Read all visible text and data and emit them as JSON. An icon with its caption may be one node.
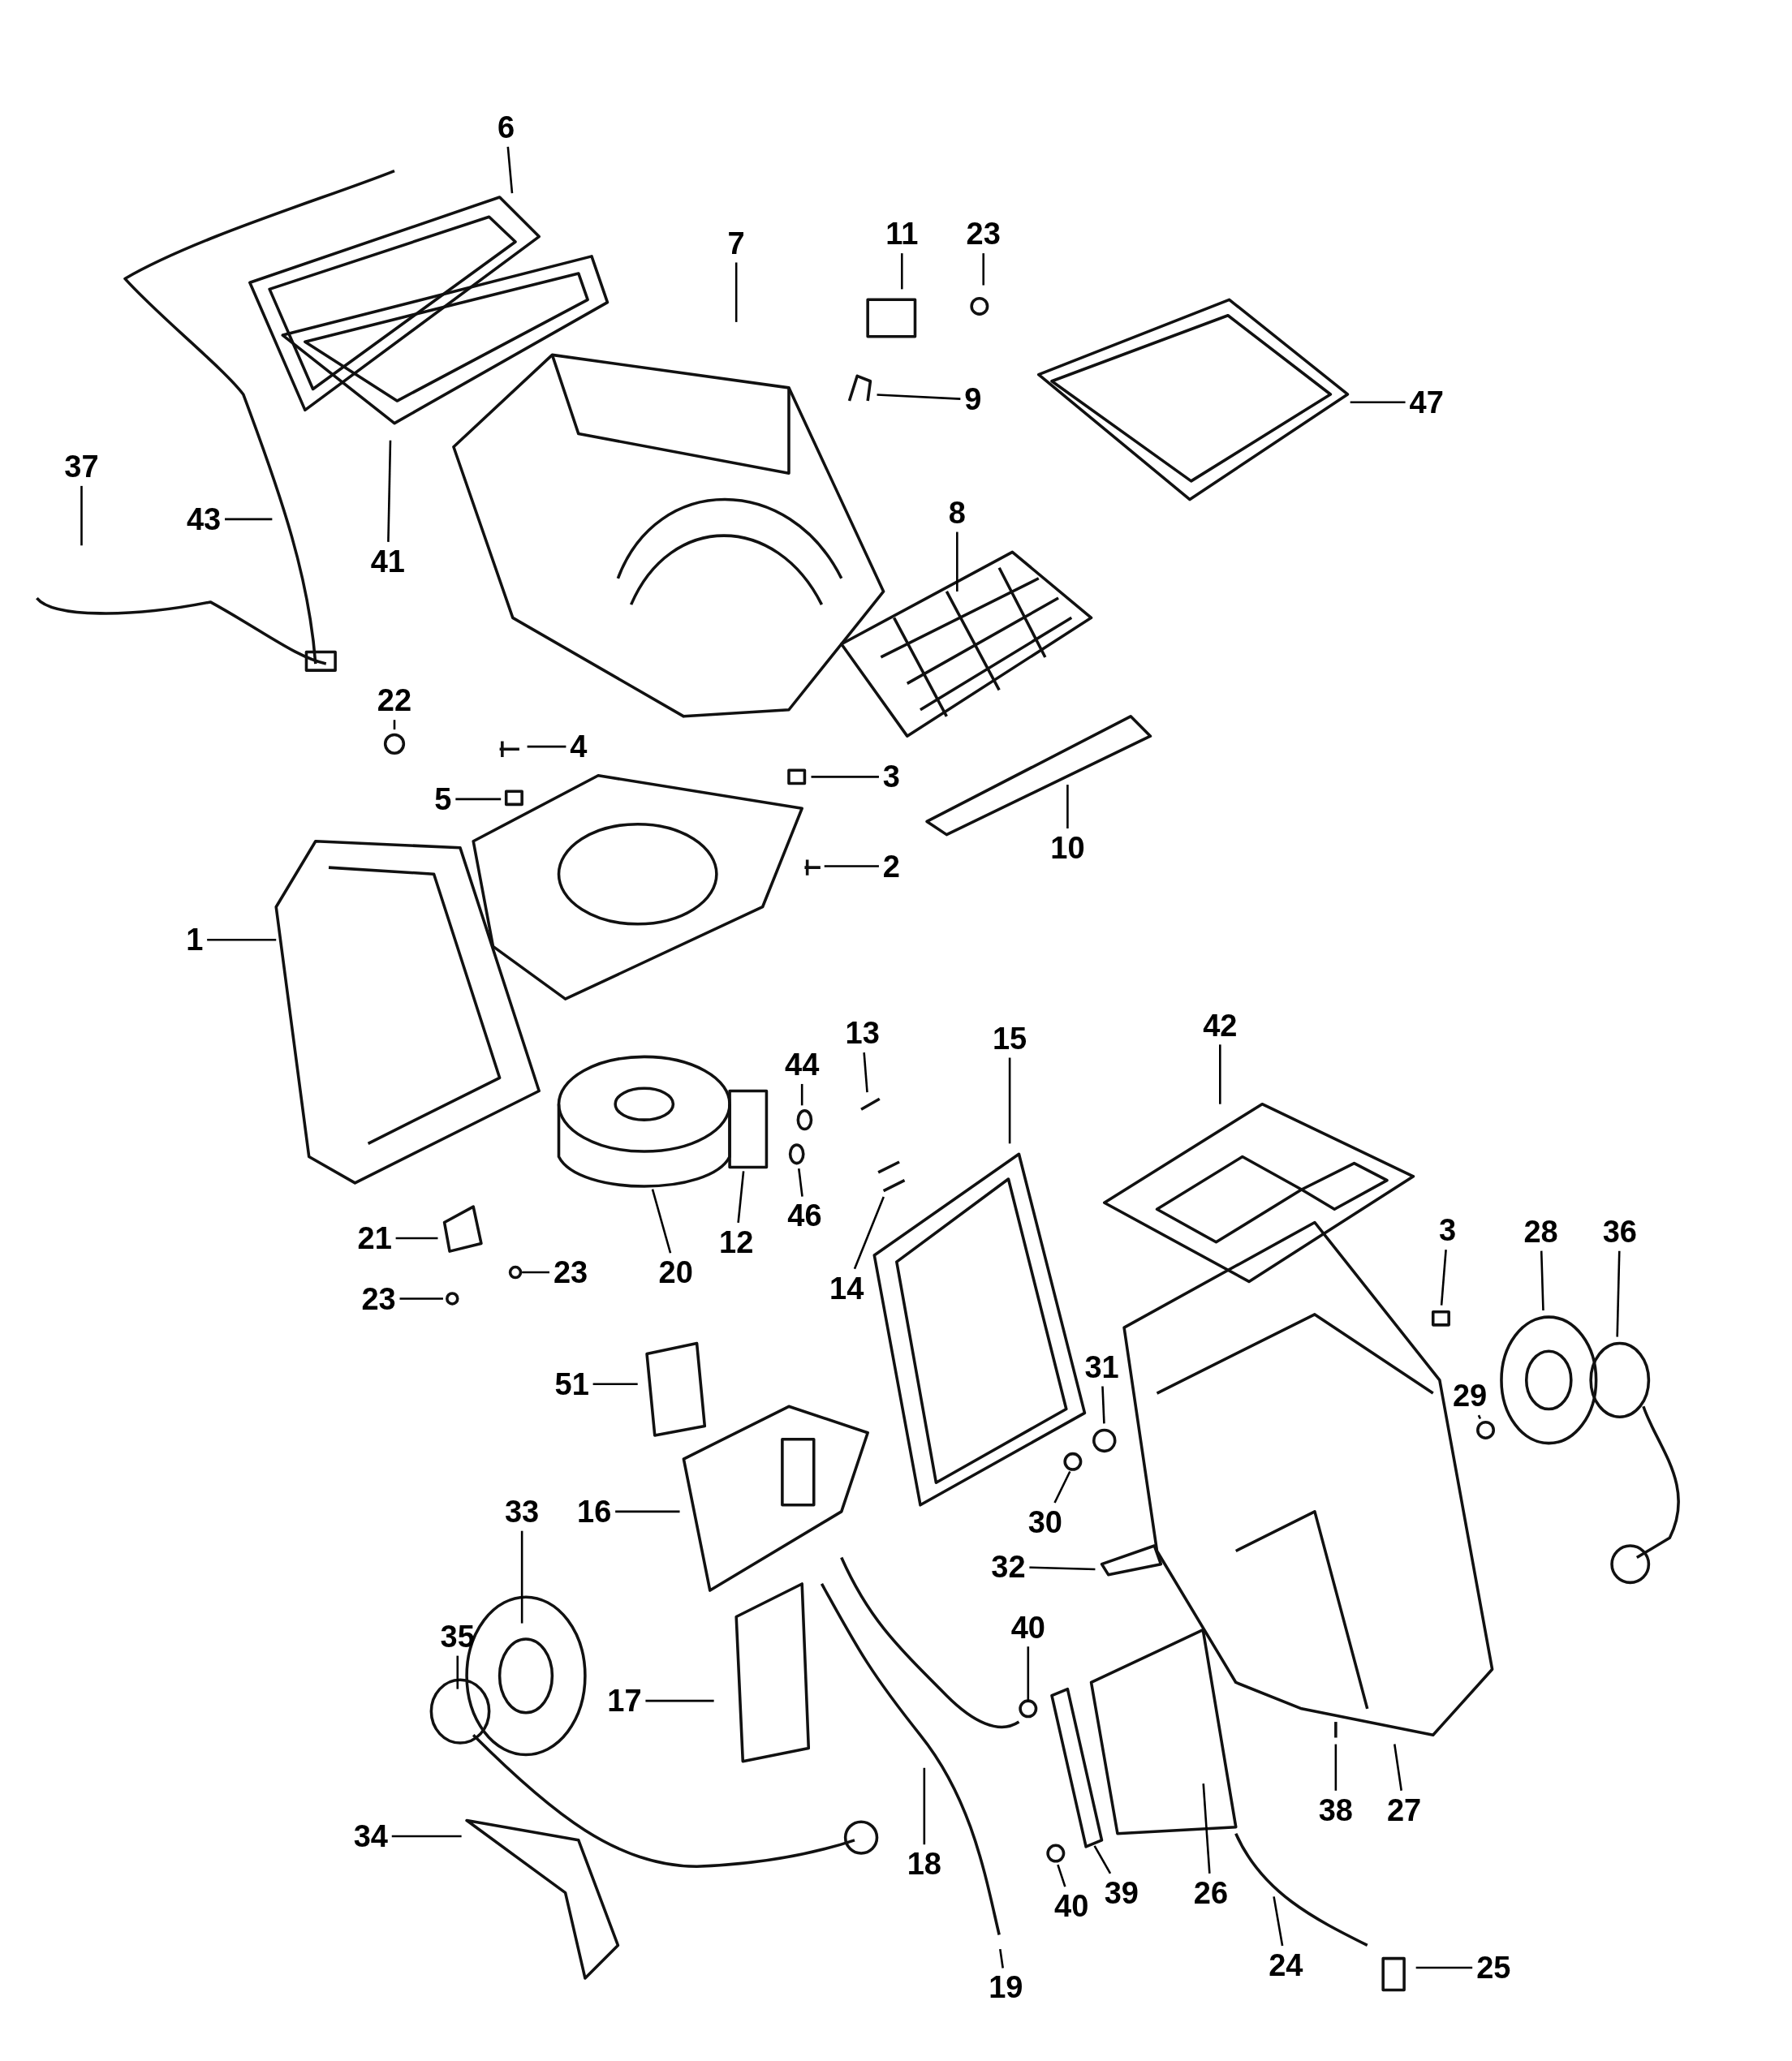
{
  "diagram": {
    "nodes": [
      {
        "text": [
          "6"
        ]
      },
      {
        "text": [
          "7"
        ]
      },
      {
        "text": [
          "11"
        ]
      },
      {
        "text": [
          "23"
        ]
      },
      {
        "text": [
          "9"
        ]
      },
      {
        "text": [
          "47"
        ]
      },
      {
        "text": [
          "37"
        ]
      },
      {
        "text": [
          "43"
        ]
      },
      {
        "text": [
          "41"
        ]
      },
      {
        "text": [
          "8"
        ]
      },
      {
        "text": [
          "22"
        ]
      },
      {
        "text": [
          "4"
        ]
      },
      {
        "text": [
          "5"
        ]
      },
      {
        "text": [
          "3"
        ]
      },
      {
        "text": [
          "10"
        ]
      },
      {
        "text": [
          "2"
        ]
      },
      {
        "text": [
          "1"
        ]
      },
      {
        "text": [
          "42"
        ]
      },
      {
        "text": [
          "13"
        ]
      },
      {
        "text": [
          "15"
        ]
      },
      {
        "text": [
          "44"
        ]
      },
      {
        "text": [
          "12"
        ]
      },
      {
        "text": [
          "46"
        ]
      },
      {
        "text": [
          "14"
        ]
      },
      {
        "text": [
          "21"
        ]
      },
      {
        "text": [
          "20"
        ]
      },
      {
        "text": [
          "23"
        ]
      },
      {
        "text": [
          "23"
        ]
      },
      {
        "text": [
          "3"
        ]
      },
      {
        "text": [
          "28"
        ]
      },
      {
        "text": [
          "36"
        ]
      },
      {
        "text": [
          "51"
        ]
      },
      {
        "text": [
          "31"
        ]
      },
      {
        "text": [
          "29"
        ]
      },
      {
        "text": [
          "16"
        ]
      },
      {
        "text": [
          "33"
        ]
      },
      {
        "text": [
          "30"
        ]
      },
      {
        "text": [
          "32"
        ]
      },
      {
        "text": [
          "35"
        ]
      },
      {
        "text": [
          "40"
        ]
      },
      {
        "text": [
          "17"
        ]
      },
      {
        "text": [
          "38"
        ]
      },
      {
        "text": [
          "27"
        ]
      },
      {
        "text": [
          "34"
        ]
      },
      {
        "text": [
          "18"
        ]
      },
      {
        "text": [
          "26"
        ]
      },
      {
        "text": [
          "39"
        ]
      },
      {
        "text": [
          "40"
        ]
      },
      {
        "text": [
          "19"
        ]
      },
      {
        "text": [
          "24"
        ]
      },
      {
        "text": [
          "25"
        ]
      }
    ],
    "edges": [
      {
        "from": 0,
        "to": null,
        "arrow": "none"
      },
      {
        "from": 1,
        "to": null,
        "arrow": "none"
      },
      {
        "from": 2,
        "to": null,
        "arrow": "none"
      },
      {
        "from": 3,
        "to": null,
        "arrow": "none"
      },
      {
        "from": 4,
        "to": null,
        "arrow": "none"
      },
      {
        "from": 5,
        "to": null,
        "arrow": "none"
      },
      {
        "from": 6,
        "to": null,
        "arrow": "none"
      },
      {
        "from": 7,
        "to": null,
        "arrow": "none"
      },
      {
        "from": 8,
        "to": null,
        "arrow": "none"
      },
      {
        "from": 9,
        "to": null,
        "arrow": "none"
      },
      {
        "from": 10,
        "to": null,
        "arrow": "none"
      },
      {
        "from": 11,
        "to": null,
        "arrow": "none"
      },
      {
        "from": 12,
        "to": null,
        "arrow": "none"
      },
      {
        "from": 13,
        "to": null,
        "arrow": "none"
      },
      {
        "from": 14,
        "to": null,
        "arrow": "none"
      },
      {
        "from": 15,
        "to": null,
        "arrow": "none"
      },
      {
        "from": 16,
        "to": null,
        "arrow": "none"
      },
      {
        "from": 17,
        "to": null,
        "arrow": "none"
      },
      {
        "from": 18,
        "to": null,
        "arrow": "none"
      },
      {
        "from": 19,
        "to": null,
        "arrow": "none"
      },
      {
        "from": 20,
        "to": null,
        "arrow": "none"
      },
      {
        "from": 21,
        "to": null,
        "arrow": "none"
      },
      {
        "from": 22,
        "to": null,
        "arrow": "none"
      },
      {
        "from": 23,
        "to": null,
        "arrow": "none"
      },
      {
        "from": 24,
        "to": null,
        "arrow": "none"
      },
      {
        "from": 25,
        "to": null,
        "arrow": "none"
      },
      {
        "from": 26,
        "to": null,
        "arrow": "none"
      },
      {
        "from": 27,
        "to": null,
        "arrow": "none"
      },
      {
        "from": 28,
        "to": null,
        "arrow": "none"
      },
      {
        "from": 29,
        "to": null,
        "arrow": "none"
      },
      {
        "from": 30,
        "to": null,
        "arrow": "none"
      },
      {
        "from": 31,
        "to": null,
        "arrow": "none"
      },
      {
        "from": 32,
        "to": null,
        "arrow": "none"
      },
      {
        "from": 33,
        "to": null,
        "arrow": "none"
      },
      {
        "from": 34,
        "to": null,
        "arrow": "none"
      },
      {
        "from": 35,
        "to": null,
        "arrow": "none"
      },
      {
        "from": 36,
        "to": null,
        "arrow": "none"
      },
      {
        "from": 37,
        "to": null,
        "arrow": "none"
      },
      {
        "from": 38,
        "to": null,
        "arrow": "none"
      },
      {
        "from": 39,
        "to": null,
        "arrow": "none"
      },
      {
        "from": 40,
        "to": null,
        "arrow": "none"
      },
      {
        "from": 41,
        "to": null,
        "arrow": "none"
      },
      {
        "from": 42,
        "to": null,
        "arrow": "none"
      },
      {
        "from": 43,
        "to": null,
        "arrow": "none"
      },
      {
        "from": 44,
        "to": null,
        "arrow": "none"
      },
      {
        "from": 45,
        "to": null,
        "arrow": "none"
      },
      {
        "from": 46,
        "to": null,
        "arrow": "none"
      },
      {
        "from": 47,
        "to": null,
        "arrow": "none"
      },
      {
        "from": 48,
        "to": null,
        "arrow": "none"
      },
      {
        "from": 49,
        "to": null,
        "arrow": "none"
      },
      {
        "from": 50,
        "to": null,
        "arrow": "none"
      }
    ]
  }
}
